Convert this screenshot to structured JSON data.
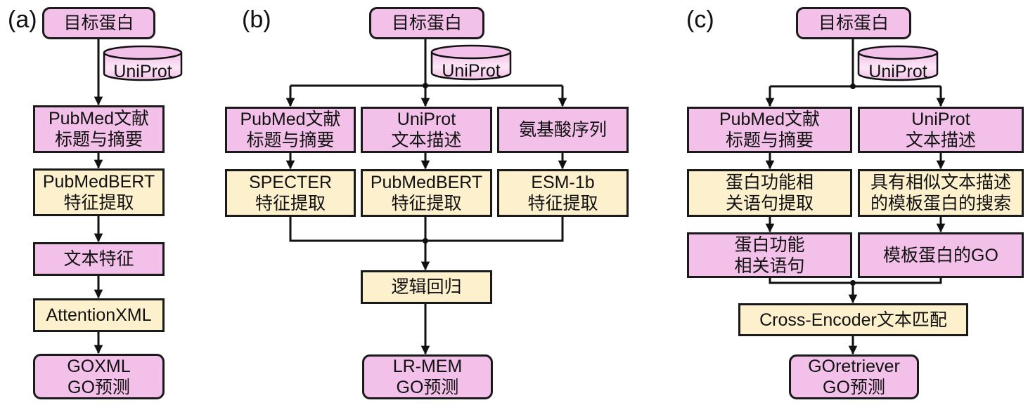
{
  "colors": {
    "input_node": "#f2c0e8",
    "process_node": "#fdf0cc",
    "stroke": "#1a1a1a"
  },
  "panels": {
    "a": {
      "label": "(a)",
      "target": "目标蛋白",
      "database": "UniProt",
      "nodes": [
        {
          "text": "PubMed文献\n标题与摘要",
          "type": "input"
        },
        {
          "text": "PubMedBERT\n特征提取",
          "type": "process"
        },
        {
          "text": "文本特征",
          "type": "input"
        },
        {
          "text": "AttentionXML",
          "type": "process"
        },
        {
          "text": "GOXML\nGO预测",
          "type": "output"
        }
      ]
    },
    "b": {
      "label": "(b)",
      "target": "目标蛋白",
      "database": "UniProt",
      "inputs": [
        "PubMed文献\n标题与摘要",
        "UniProt\n文本描述",
        "氨基酸序列"
      ],
      "extractors": [
        "SPECTER\n特征提取",
        "PubMedBERT\n特征提取",
        "ESM-1b\n特征提取"
      ],
      "classifier": "逻辑回归",
      "output": "LR-MEM\nGO预测"
    },
    "c": {
      "label": "(c)",
      "target": "目标蛋白",
      "database": "UniProt",
      "inputs": [
        "PubMed文献\n标题与摘要",
        "UniProt\n文本描述"
      ],
      "steps": [
        "蛋白功能相\n关语句提取",
        "具有相似文本描述\n的模板蛋白的搜索"
      ],
      "results": [
        "蛋白功能\n相关语句",
        "模板蛋白的GO"
      ],
      "matcher": "Cross-Encoder文本匹配",
      "output": "GOretriever\nGO预测"
    }
  }
}
